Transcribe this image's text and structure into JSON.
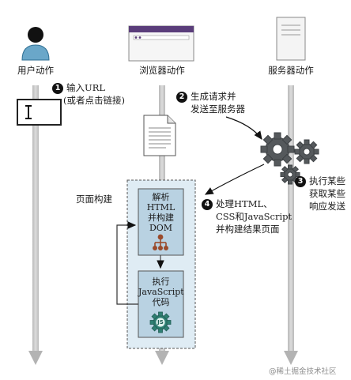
{
  "columns": {
    "user": "用户动作",
    "browser": "浏览器动作",
    "server": "服务器动作"
  },
  "steps": {
    "step1": {
      "number": "1",
      "line1": "输入URL",
      "line2": "(或者点击链接)"
    },
    "step2": {
      "number": "2",
      "line1": "生成请求并",
      "line2": "发送至服务器"
    },
    "step3": {
      "number": "3",
      "line1": "执行某些",
      "line2": "获取某些",
      "line3": "响应发送"
    },
    "step4": {
      "number": "4",
      "line1": "处理HTML、",
      "line2": "CSS和JavaScript",
      "line3": "并构建结果页面"
    }
  },
  "page_build": {
    "label": "页面构建",
    "box1": {
      "line1": "解析",
      "line2": "HTML",
      "line3": "并构建",
      "line4": "DOM"
    },
    "box2": {
      "line1": "执行",
      "line2": "JavaScript",
      "line3": "代码"
    },
    "js_badge": "JS"
  },
  "watermark": "@稀土掘金技术社区"
}
